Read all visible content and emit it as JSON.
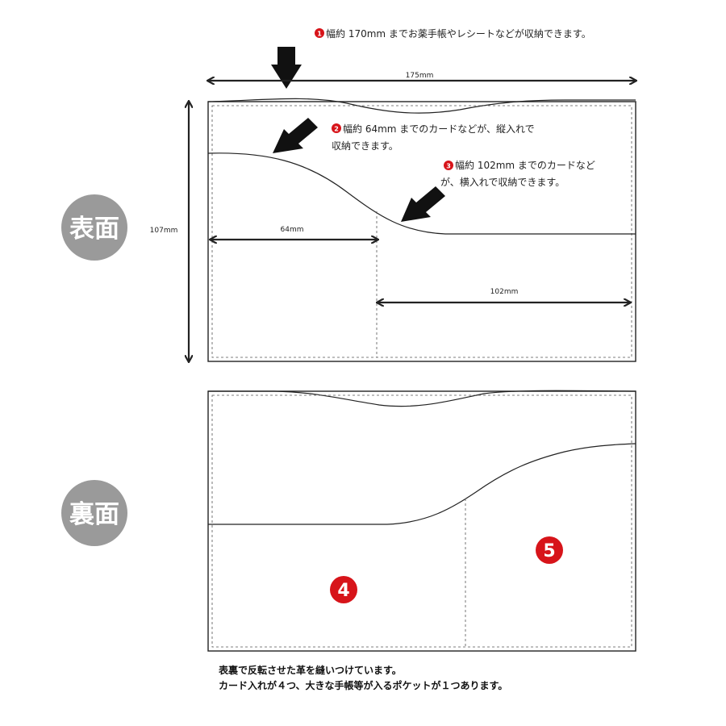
{
  "front": {
    "side_label": "表面",
    "width_dim": "175mm",
    "height_dim": "107mm",
    "left_pocket_dim": "64mm",
    "right_pocket_dim": "102mm"
  },
  "back": {
    "side_label": "裏面"
  },
  "callouts": [
    {
      "num": "1",
      "lines": [
        "幅約 170mm までお薬手帳やレシートなどが収納できます。"
      ]
    },
    {
      "num": "2",
      "lines": [
        "幅約 64mm までのカードなどが、縦入れで",
        "収納できます。"
      ]
    },
    {
      "num": "3",
      "lines": [
        "幅約 102mm までのカードなど",
        "が、横入れで収納できます。"
      ]
    },
    {
      "num": "4",
      "lines": []
    },
    {
      "num": "5",
      "lines": []
    }
  ],
  "footer": {
    "line1": "表裏で反転させた革を縫いつけています。",
    "line2": "カード入れが４つ、大きな手帳等が入るポケットが１つあります。"
  },
  "colors": {
    "badge_red": "#d7141a",
    "side_circle_gray": "#9a9a9a",
    "outline": "#222222"
  }
}
